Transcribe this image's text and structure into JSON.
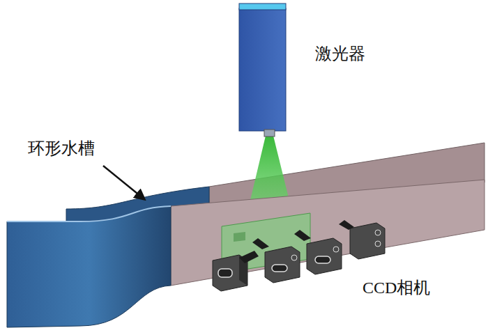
{
  "diagram": {
    "labels": [
      "激光器",
      "环形水槽",
      "CCD相机"
    ]
  }
}
